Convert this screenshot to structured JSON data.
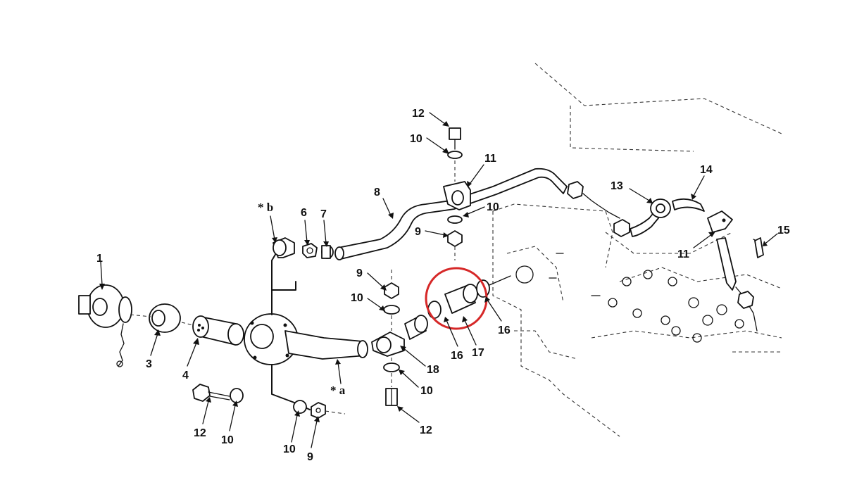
{
  "callouts": {
    "c1": "1",
    "c3": "3",
    "c4": "4",
    "c6": "6",
    "c7": "7",
    "c8": "8",
    "c9_top": "9",
    "c9_left": "9",
    "c9_bottom": "9",
    "c10_top": "10",
    "c10_right": "10",
    "c10_mid": "10",
    "c10_low": "10",
    "c10_bottom_left": "10",
    "c10_bottom": "10",
    "c11_top": "11",
    "c11_right": "11",
    "c12_top": "12",
    "c12_bottom_left": "12",
    "c12_bottom": "12",
    "c13": "13",
    "c14": "14",
    "c15": "15",
    "c16_a": "16",
    "c16_b": "16",
    "c17": "17",
    "c18": "18",
    "star_a": "* a",
    "star_b": "* b"
  },
  "colors": {
    "ink": "#111111",
    "highlight": "#d62828",
    "background": "#ffffff"
  }
}
